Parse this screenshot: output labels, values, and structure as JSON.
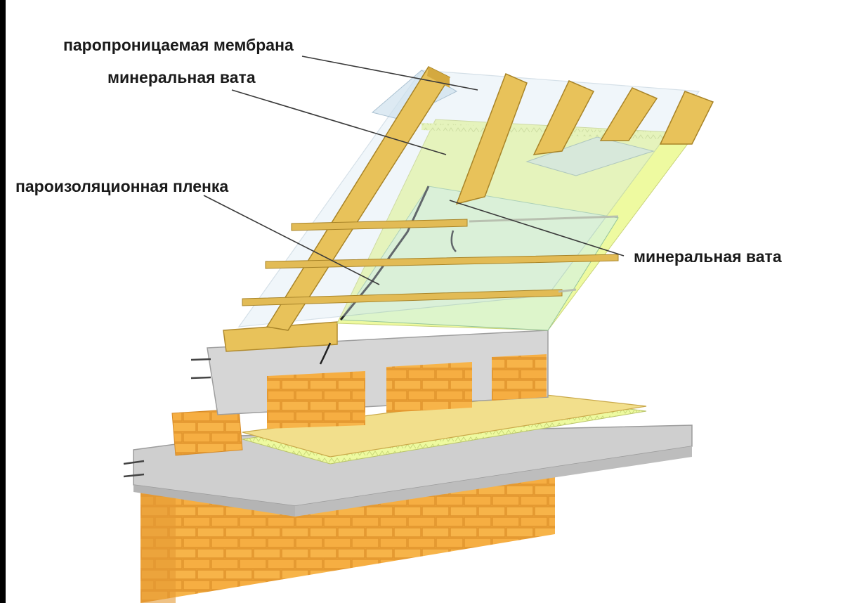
{
  "labels": {
    "vapor_membrane": "паропроницаемая мембрана",
    "mineral_wool_top": "минеральная вата",
    "vapor_barrier": "пароизоляционная пленка",
    "mineral_wool_right": "минеральная вата"
  },
  "colors": {
    "timber": "#e8c25a",
    "timber_dark": "#c9a03c",
    "wool": "#eefaa0",
    "wool_light": "#dcf5d0",
    "membrane": "#d7e8f2",
    "concrete": "#d4d4d4",
    "concrete_dark": "#a8a8a8",
    "brick": "#f4a93a",
    "brick_mortar": "#e09530",
    "floor_board": "#f2df8c"
  }
}
